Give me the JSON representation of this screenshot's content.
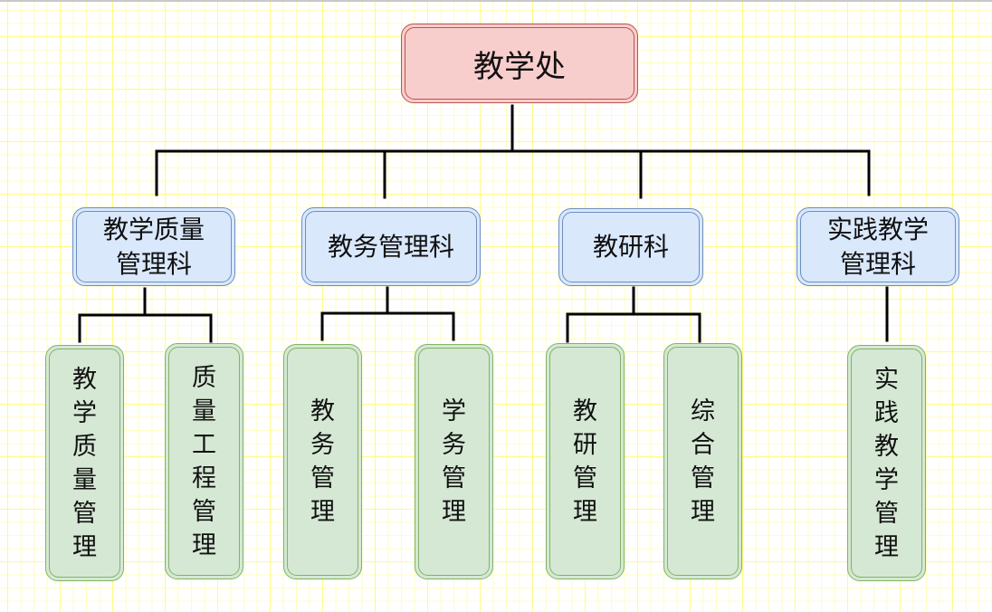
{
  "diagram": {
    "type": "org-chart",
    "root": {
      "label": "教学处",
      "children": [
        {
          "label": "教学质量管理科",
          "label_lines": [
            "教学质量",
            "管理科"
          ],
          "children": [
            {
              "label": "教学质量管理"
            },
            {
              "label": "质量工程管理"
            }
          ]
        },
        {
          "label": "教务管理科",
          "label_lines": [
            "教务管理科"
          ],
          "children": [
            {
              "label": "教务管理"
            },
            {
              "label": "学务管理"
            }
          ]
        },
        {
          "label": "教研科",
          "label_lines": [
            "教研科"
          ],
          "children": [
            {
              "label": "教研管理"
            },
            {
              "label": "综合管理"
            }
          ]
        },
        {
          "label": "实践教学管理科",
          "label_lines": [
            "实践教学",
            "管理科"
          ],
          "children": [
            {
              "label": "实践教学管理"
            }
          ]
        }
      ]
    },
    "colors": {
      "root_fill": "#f8cecc",
      "root_stroke": "#b85450",
      "dept_fill": "#dae8fc",
      "dept_stroke": "#6c8ebf",
      "unit_fill": "#d5e8d4",
      "unit_stroke": "#82b366",
      "connector": "#000000",
      "grid": "#fffa78"
    }
  }
}
